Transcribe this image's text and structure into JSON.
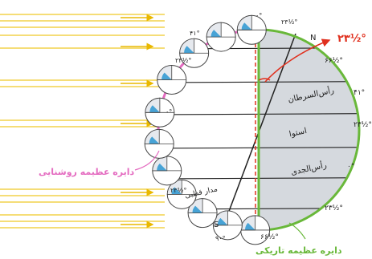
{
  "colors": {
    "sunray": "#f2d24a",
    "sunray_arrow": "#e9b800",
    "light_circle": "#e46bc0",
    "dark_circle": "#69b83a",
    "night_fill": "#d5d9de",
    "latitude_line": "#222222",
    "axis_arrow": "#e0301e",
    "wedge_fill": "#ffffff",
    "wedge_shade": "#e6e9ee",
    "wedge_accent": "#47a3d6",
    "red_label": "#e0301e",
    "pink_label": "#e46bc0",
    "green_label": "#69b83a"
  },
  "labels": {
    "tilt_angle": "۲۳‌½°",
    "north_pole": "N",
    "south_pole": "S",
    "tropic_cancer": "رأس‌السرطان",
    "equator": "استوا",
    "tropic_capricorn": "رأس‌الجدی",
    "polar_circle": "مدار قطبی",
    "circle_of_illumination": "دایره عظیمه روشنایی",
    "circle_of_darkness": "دایره عظیمه تاریکی"
  },
  "right_degree_labels": [
    "۶۶½°",
    "۴۱°",
    "۲۳½°",
    "۰°",
    "۲۳½°",
    "۶۶½°"
  ],
  "top_wedge_labels": [
    "۰°",
    "۲۳½°"
  ],
  "left_wedge_labels": [
    "۴۱°",
    "۲۳½°",
    "۰°",
    "۲۳½°",
    "۹۰°"
  ],
  "wedge_count": 11
}
